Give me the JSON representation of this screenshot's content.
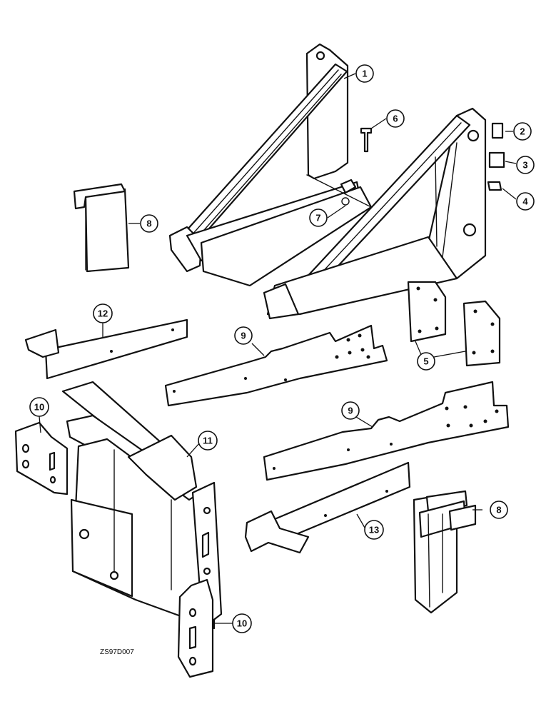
{
  "drawing_code": "ZS97D007",
  "callouts": [
    {
      "id": "c1",
      "label": "1"
    },
    {
      "id": "c2",
      "label": "2"
    },
    {
      "id": "c3",
      "label": "3"
    },
    {
      "id": "c4",
      "label": "4"
    },
    {
      "id": "c5",
      "label": "5"
    },
    {
      "id": "c6",
      "label": "6"
    },
    {
      "id": "c7",
      "label": "7"
    },
    {
      "id": "c8a",
      "label": "8"
    },
    {
      "id": "c8b",
      "label": "8"
    },
    {
      "id": "c9a",
      "label": "9"
    },
    {
      "id": "c9b",
      "label": "9"
    },
    {
      "id": "c10a",
      "label": "10"
    },
    {
      "id": "c10b",
      "label": "10"
    },
    {
      "id": "c11",
      "label": "11"
    },
    {
      "id": "c12",
      "label": "12"
    },
    {
      "id": "c13",
      "label": "13"
    }
  ]
}
